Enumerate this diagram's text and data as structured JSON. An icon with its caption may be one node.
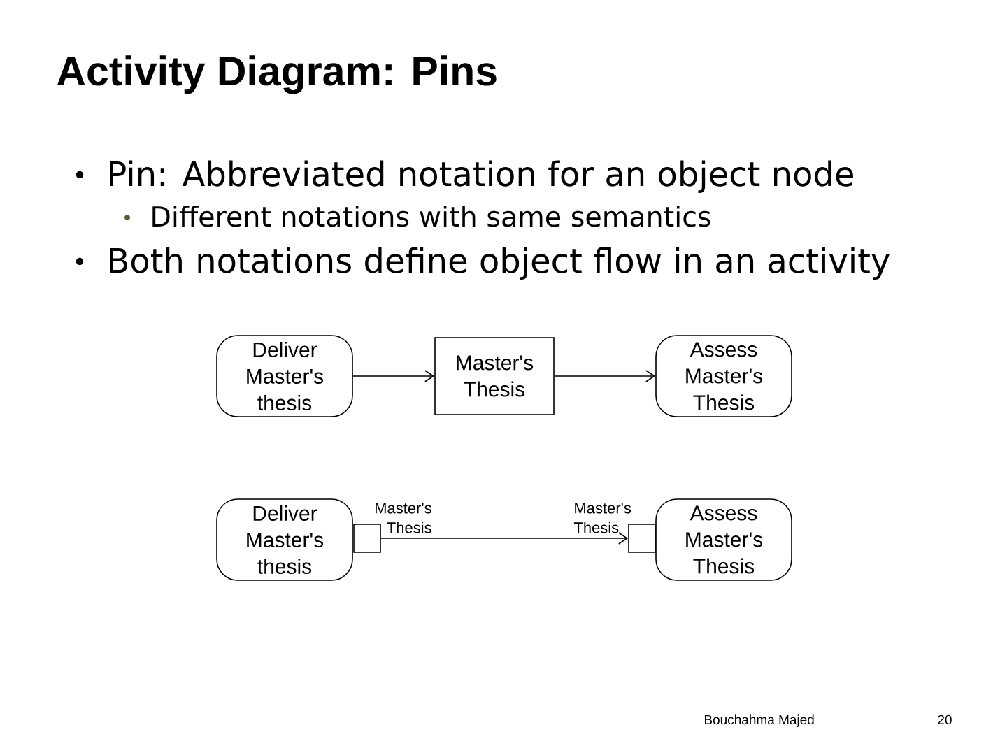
{
  "diagram": {
    "title": "Activity Diagram: Pins",
    "nodes": [
      {
        "text": [
          "Deliver Master's thesis"
        ]
      },
      {
        "text": [
          "Master's Thesis"
        ]
      },
      {
        "text": [
          "Assess Master's Thesis"
        ]
      },
      {
        "text": [
          "Deliver Master's thesis"
        ]
      },
      {
        "text": [],
        "shape": "box",
        "beside": [
          "Master's Thesis"
        ]
      },
      {
        "text": [],
        "shape": "box",
        "beside": [
          "Master's Thesis"
        ]
      },
      {
        "text": [
          "Assess Master's Thesis"
        ]
      }
    ],
    "edges": [
      {
        "from": 0,
        "to": 1,
        "arrow": "to"
      },
      {
        "from": 1,
        "to": 2,
        "arrow": "to"
      },
      {
        "from": 4,
        "to": 5,
        "arrow": "to"
      }
    ],
    "labels": [
      "Pin: Abbreviated notation for an object node",
      "Different notations with same semantics",
      "Both notations define object flow in an activity",
      "Bouchahma Majed",
      "20"
    ]
  }
}
